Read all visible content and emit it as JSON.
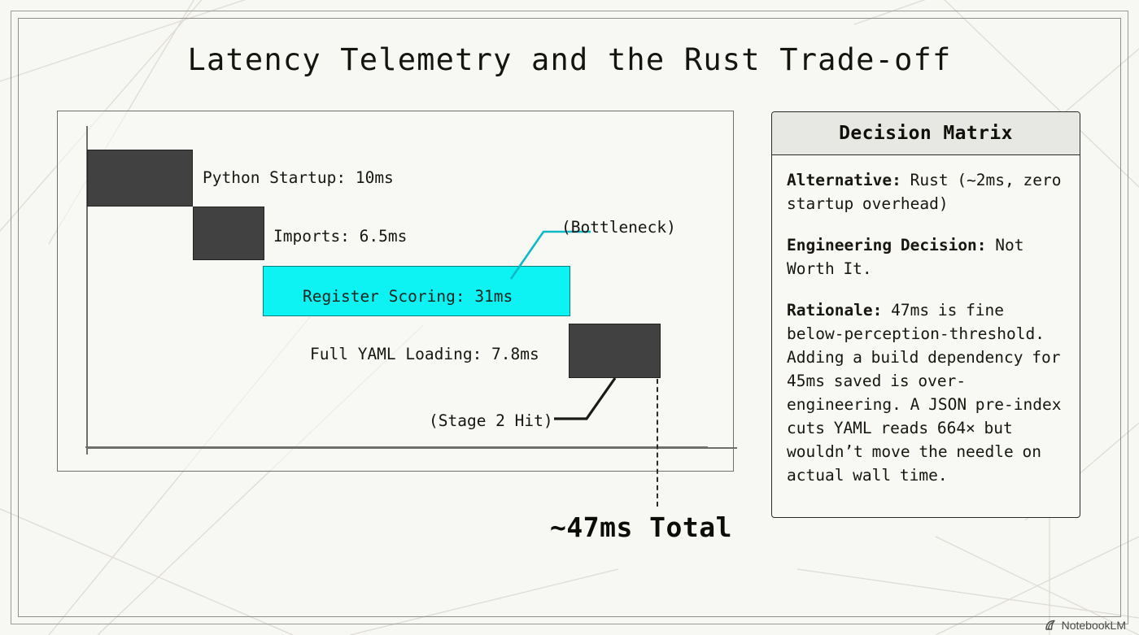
{
  "title": "Latency Telemetry and the Rust Trade-off",
  "chart_data": {
    "type": "bar",
    "subtype": "waterfall",
    "title": "",
    "xlabel": "",
    "ylabel": "",
    "grid": false,
    "legend": "none",
    "categories": [
      "Python Startup",
      "Imports",
      "Register Scoring",
      "Full YAML Loading"
    ],
    "values": [
      10,
      6.5,
      31,
      7.8
    ],
    "unit": "ms",
    "total": 47,
    "total_label": "~47ms Total",
    "bars": [
      {
        "label": "Python Startup: 10ms",
        "value": 10,
        "unit": "ms",
        "color": "#414141",
        "highlight": false,
        "label_position": "right"
      },
      {
        "label": "Imports: 6.5ms",
        "value": 6.5,
        "unit": "ms",
        "color": "#414141",
        "highlight": false,
        "label_position": "right"
      },
      {
        "label": "Register Scoring: 31ms",
        "value": 31,
        "unit": "ms",
        "color": "#0df2f2",
        "highlight": true,
        "label_position": "inside"
      },
      {
        "label": "Full YAML Loading: 7.8ms",
        "value": 7.8,
        "unit": "ms",
        "color": "#414141",
        "highlight": false,
        "label_position": "left"
      }
    ],
    "annotations": [
      {
        "text": "(Bottleneck)",
        "target": "Register Scoring",
        "color": "#0db9c4"
      },
      {
        "text": "(Stage 2 Hit)",
        "target": "Full YAML Loading",
        "color": "#1a1a16"
      }
    ]
  },
  "panel": {
    "header": "Decision Matrix",
    "rows": [
      {
        "term": "Alternative:",
        "text": " Rust (~2ms, zero startup overhead)"
      },
      {
        "term": "Engineering Decision:",
        "text": " Not Worth It."
      },
      {
        "term": "Rationale:",
        "text": " 47ms is fine below-perception-threshold. Adding a build dependency for 45ms saved is over-engineering. A JSON pre-index cuts YAML reads 664× but wouldn’t move the needle on actual wall time."
      }
    ]
  },
  "watermark": {
    "label": "NotebookLM",
    "icon": "notebooklm-logo-icon"
  },
  "colors": {
    "background": "#f7f7f3",
    "bar_dark": "#414141",
    "bar_highlight": "#0df2f2",
    "ink": "#15150f",
    "frame": "#8d8d89"
  }
}
